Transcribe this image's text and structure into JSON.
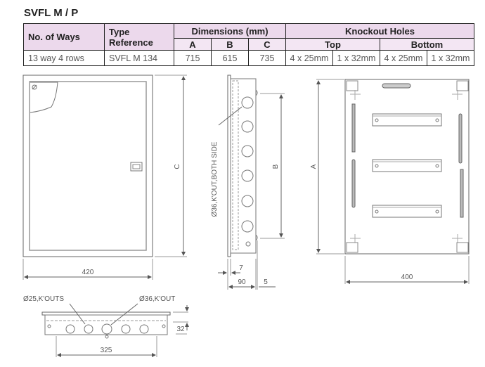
{
  "title": "SVFL M / P",
  "table": {
    "headers": {
      "ways": "No. of Ways",
      "type": "Type Reference",
      "dimensions": "Dimensions  (mm)",
      "knockout": "Knockout Holes",
      "dim_a": "A",
      "dim_b": "B",
      "dim_c": "C",
      "top": "Top",
      "bottom": "Bottom"
    },
    "rows": [
      {
        "ways": "13 way 4 rows",
        "type": "SVFL M 134",
        "a": "715",
        "b": "615",
        "c": "735",
        "top_25": "4 x 25mm",
        "top_32": "1 x 32mm",
        "bottom_25": "4 x 25mm",
        "bottom_32": "1 x 32mm"
      }
    ]
  },
  "drawings": {
    "front": {
      "width_label": "420",
      "height_label": "C"
    },
    "side": {
      "knockout_label": "Ø36,K'OUT,BOTH SIDE",
      "height_label": "B",
      "flange_label": "7",
      "depth_label": "90",
      "offset_label": "5"
    },
    "back": {
      "height_label": "A",
      "width_label": "400"
    },
    "bottom": {
      "k25_label": "Ø25,K'OUTS",
      "k36_label": "Ø36,K'OUT",
      "height_label": "32",
      "width_label": "325"
    }
  }
}
